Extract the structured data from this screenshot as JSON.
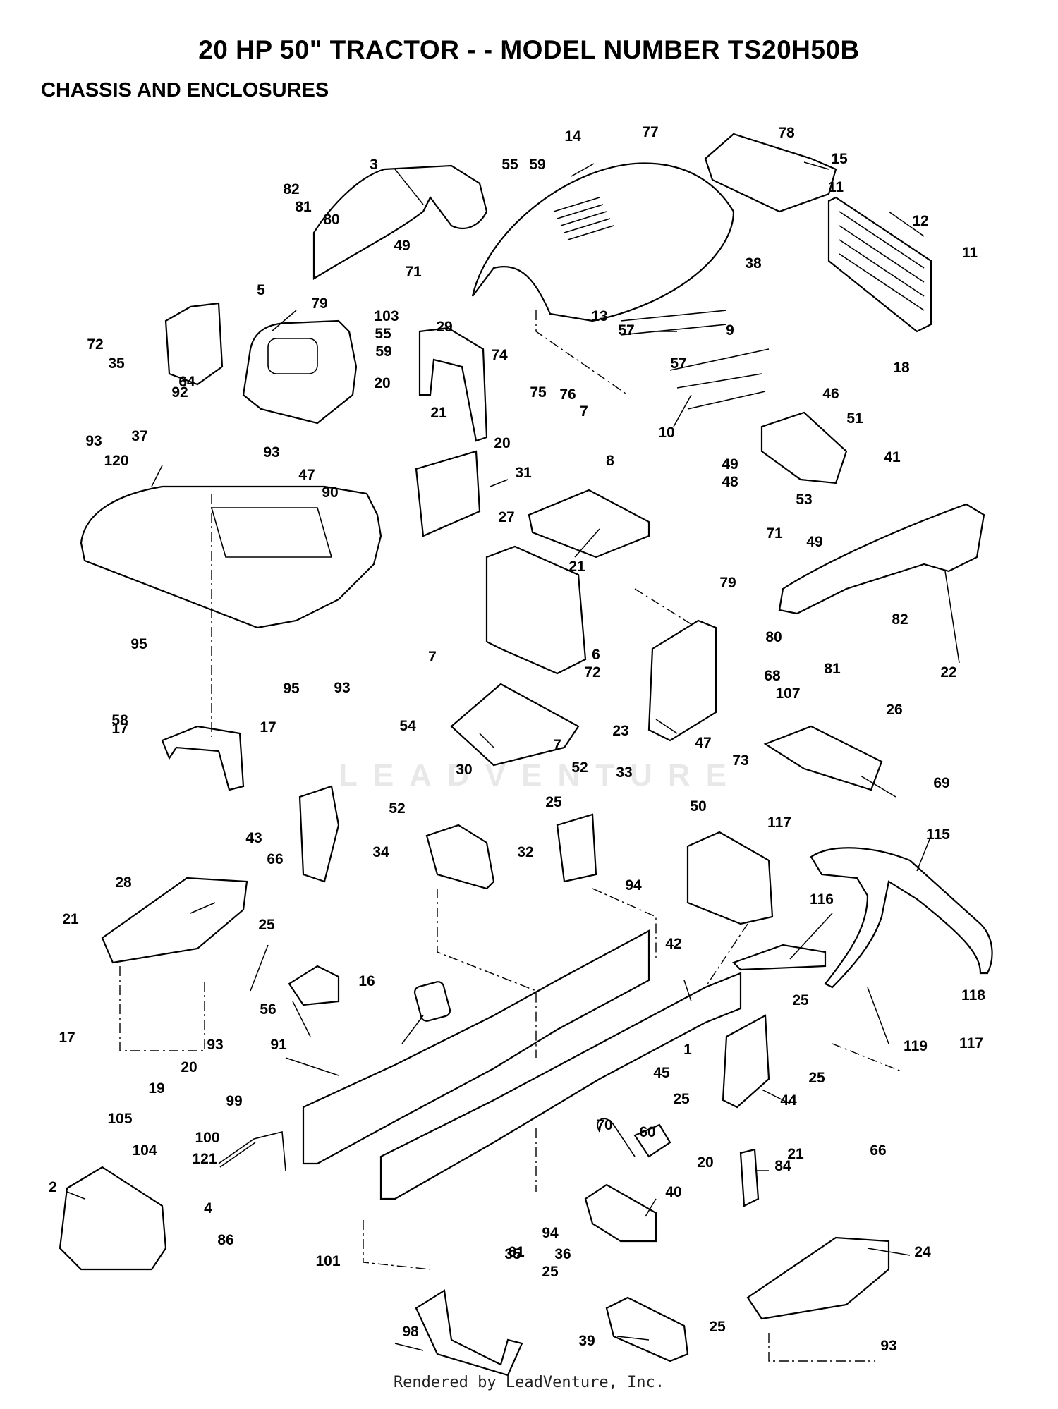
{
  "header": {
    "title": "20 HP 50\" TRACTOR - - MODEL NUMBER TS20H50B",
    "section": "CHASSIS AND ENCLOSURES"
  },
  "watermark": "LEADVENTURE",
  "footer": "Rendered by LeadVenture, Inc.",
  "callouts": [
    "1",
    "2",
    "3",
    "4",
    "5",
    "6",
    "7",
    "8",
    "9",
    "10",
    "11",
    "12",
    "13",
    "14",
    "15",
    "16",
    "17",
    "18",
    "19",
    "20",
    "21",
    "22",
    "23",
    "24",
    "25",
    "26",
    "27",
    "28",
    "29",
    "30",
    "31",
    "32",
    "33",
    "34",
    "35",
    "36",
    "37",
    "38",
    "39",
    "40",
    "41",
    "42",
    "43",
    "44",
    "45",
    "46",
    "47",
    "48",
    "49",
    "50",
    "51",
    "52",
    "53",
    "54",
    "55",
    "56",
    "57",
    "58",
    "59",
    "60",
    "61",
    "64",
    "66",
    "68",
    "69",
    "70",
    "71",
    "72",
    "73",
    "74",
    "75",
    "76",
    "77",
    "78",
    "79",
    "80",
    "81",
    "82",
    "84",
    "86",
    "90",
    "91",
    "92",
    "93",
    "94",
    "95",
    "98",
    "99",
    "100",
    "101",
    "103",
    "104",
    "105",
    "107",
    "115",
    "116",
    "117",
    "118",
    "119",
    "120",
    "121"
  ]
}
